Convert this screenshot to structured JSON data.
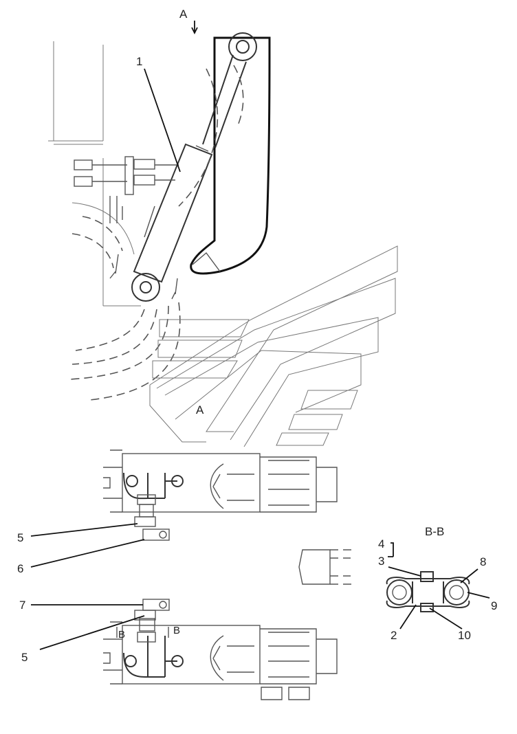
{
  "view_labels": {
    "top_arrow": "A",
    "section_mark": "A",
    "section_title": "B-B",
    "section_b_left": "B",
    "section_b_right": "B"
  },
  "callouts": [
    {
      "id": "callout-1",
      "text": "1"
    },
    {
      "id": "callout-2",
      "text": "2"
    },
    {
      "id": "callout-3",
      "text": "3"
    },
    {
      "id": "callout-4",
      "text": "4"
    },
    {
      "id": "callout-5a",
      "text": "5"
    },
    {
      "id": "callout-5b",
      "text": "5"
    },
    {
      "id": "callout-6",
      "text": "6"
    },
    {
      "id": "callout-7",
      "text": "7"
    },
    {
      "id": "callout-8",
      "text": "8"
    },
    {
      "id": "callout-9",
      "text": "9"
    },
    {
      "id": "callout-10",
      "text": "10"
    }
  ]
}
